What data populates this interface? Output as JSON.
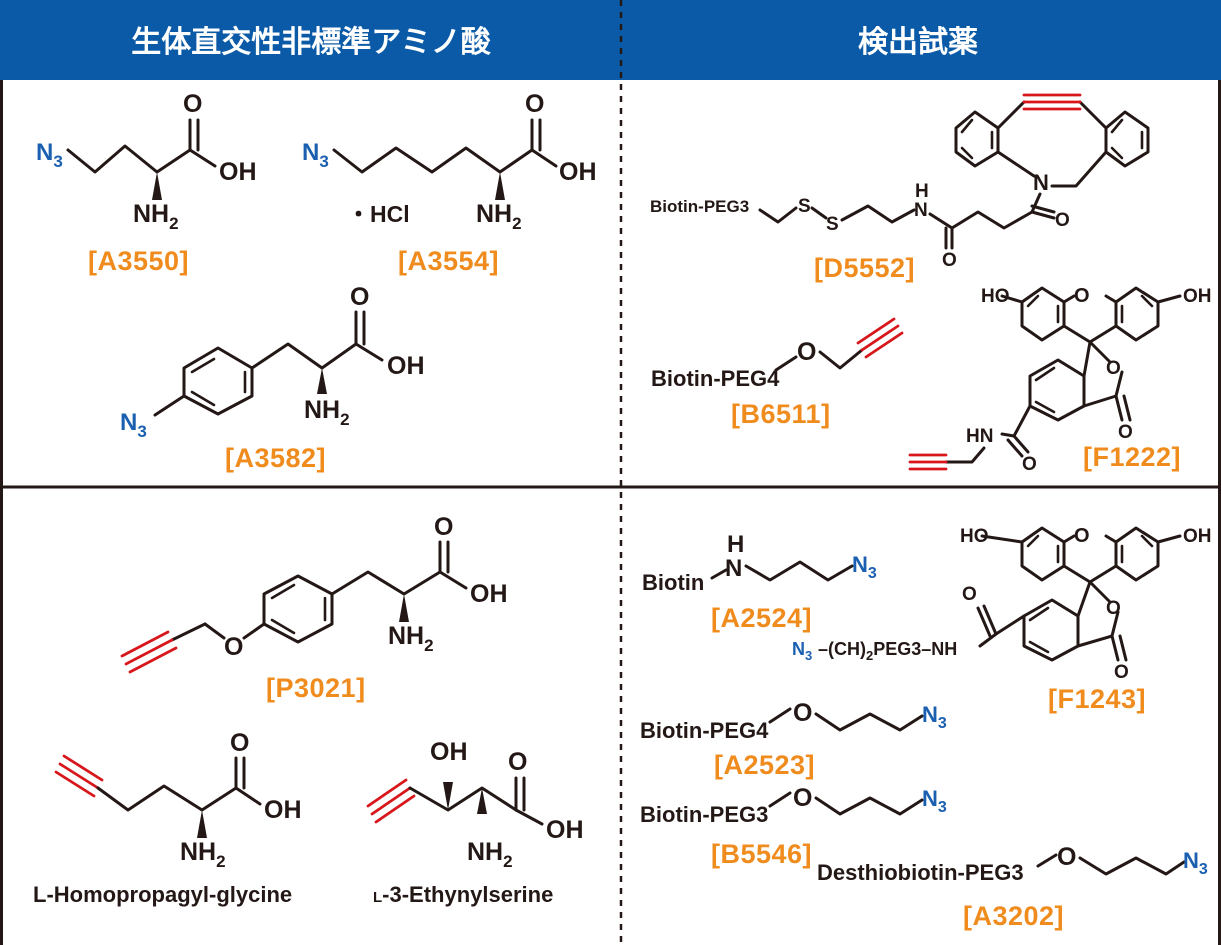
{
  "headers": {
    "left": "生体直交性非標準アミノ酸",
    "right": "検出試薬"
  },
  "colors": {
    "header_bg": "#0b5aa7",
    "border": "#231815",
    "code": "#f08c1e",
    "azide": "#1a5fb0",
    "alkyne": "#d7171c"
  },
  "atoms": {
    "N3": "N",
    "sub3": "3",
    "O": "O",
    "OH": "OH",
    "HO": "HO",
    "NH2": "NH",
    "sub2": "2",
    "HCl": "・HCl",
    "N": "N",
    "H": "H",
    "S": "S",
    "HN": "HN",
    "NH": "NH"
  },
  "reagents": {
    "biotin_peg3": "Biotin-PEG3",
    "biotin_peg4": "Biotin-PEG4",
    "biotin": "Biotin",
    "desthiobiotin_peg3": "Desthiobiotin-PEG3",
    "linker_part1": "–(CH)",
    "linker_part2": "PEG3–NH"
  },
  "names": {
    "hpg": "L-Homopropagyl-glycine",
    "ethynylserine_prefix": "L",
    "ethynylserine": "-3-Ethynylserine"
  },
  "codes": {
    "a3550": "[A3550]",
    "a3554": "[A3554]",
    "a3582": "[A3582]",
    "d5552": "[D5552]",
    "b6511": "[B6511]",
    "f1222": "[F1222]",
    "p3021": "[P3021]",
    "a2524": "[A2524]",
    "f1243": "[F1243]",
    "a2523": "[A2523]",
    "b5546": "[B5546]",
    "a3202": "[A3202]"
  }
}
